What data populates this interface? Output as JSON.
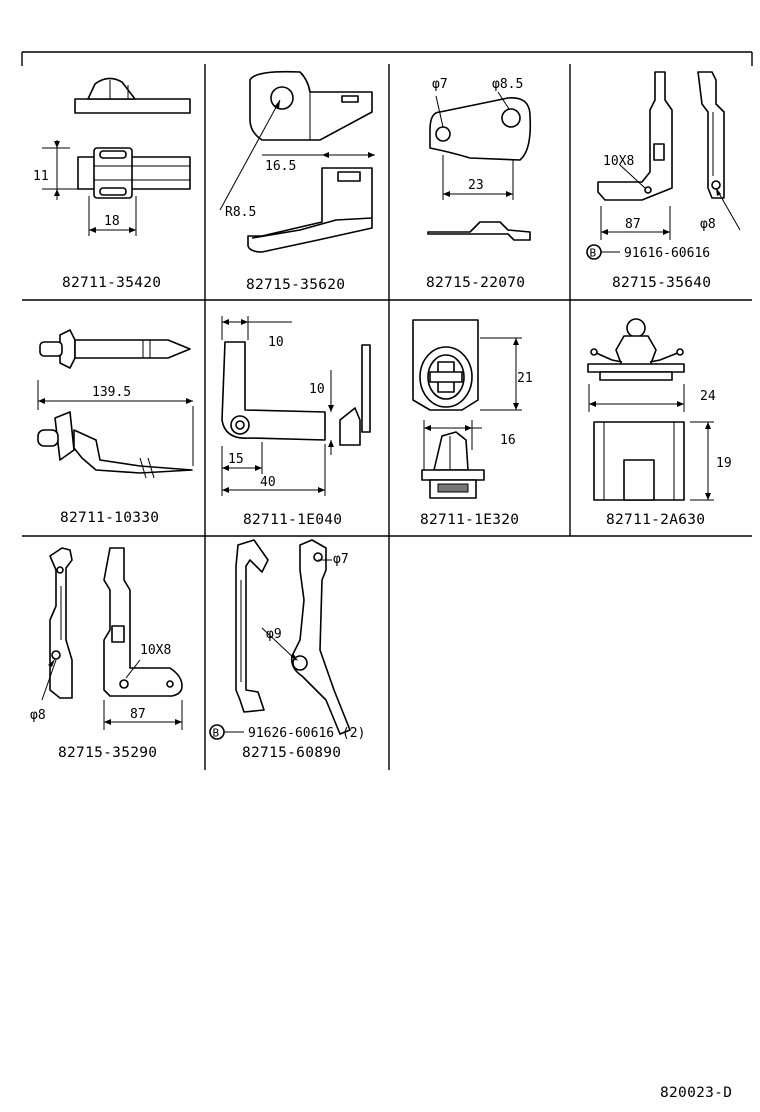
{
  "grid": {
    "cells": [
      {
        "part_number": "82711-35420",
        "dims": [
          "11",
          "18"
        ]
      },
      {
        "part_number": "82715-35620",
        "dims": [
          "16.5",
          "R8.5"
        ]
      },
      {
        "part_number": "82715-22070",
        "dims": [
          "φ7",
          "φ8.5",
          "23"
        ]
      },
      {
        "part_number": "82715-35640",
        "dims": [
          "10X8",
          "87",
          "φ8"
        ],
        "ref": {
          "symbol": "B",
          "number": "91616-60616"
        }
      },
      {
        "part_number": "82711-10330",
        "dims": [
          "139.5"
        ]
      },
      {
        "part_number": "82711-1E040",
        "dims": [
          "10",
          "10",
          "15",
          "40"
        ]
      },
      {
        "part_number": "82711-1E320",
        "dims": [
          "21",
          "16"
        ]
      },
      {
        "part_number": "82711-2A630",
        "dims": [
          "24",
          "19"
        ]
      },
      {
        "part_number": "82715-35290",
        "dims": [
          "10X8",
          "φ8",
          "87"
        ]
      },
      {
        "part_number": "82715-60890",
        "dims": [
          "φ7",
          "φ9"
        ],
        "ref": {
          "symbol": "B",
          "number": "91626-60616 (2)"
        }
      }
    ]
  },
  "drawing_code": "820023-D"
}
